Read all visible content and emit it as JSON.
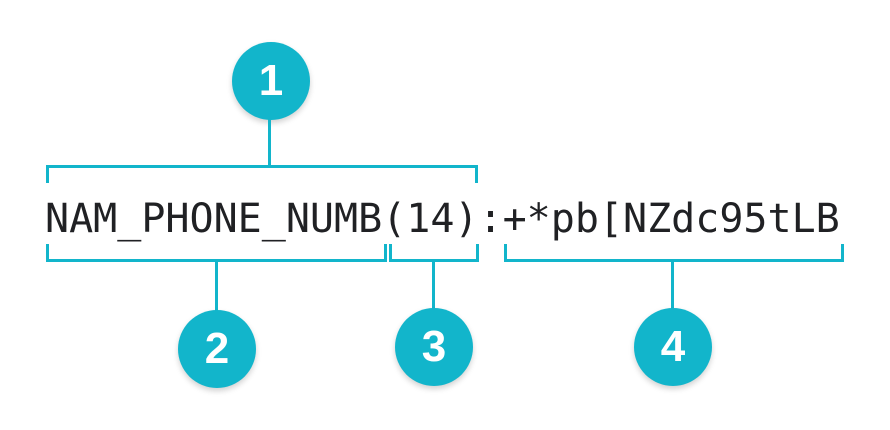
{
  "diagram": {
    "token": {
      "infotype_name": "NAM_PHONE_NUMB",
      "length": "(14)",
      "separator": ":",
      "encrypted_value": "+*pb[NZdc95tLB"
    },
    "callouts": [
      {
        "number": "1",
        "refers_to": "NAM_PHONE_NUMB(14)"
      },
      {
        "number": "2",
        "refers_to": "NAM_PHONE_NUMB"
      },
      {
        "number": "3",
        "refers_to": "(14)"
      },
      {
        "number": "4",
        "refers_to": "+*pb[NZdc95tLB"
      }
    ]
  },
  "colors": {
    "accent": "#12b5cb",
    "text": "#202124",
    "background": "#ffffff"
  }
}
